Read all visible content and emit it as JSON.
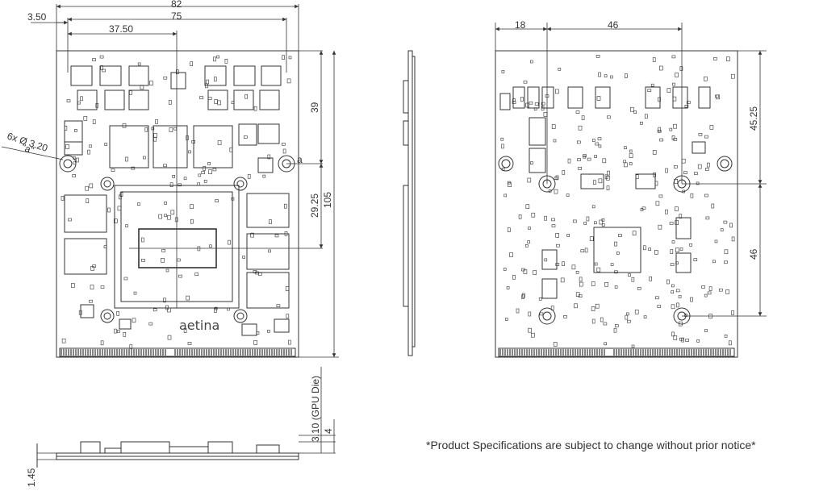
{
  "front_view": {
    "dims": {
      "overall_width": "82",
      "mount_span": "75",
      "offset_left": "3.50",
      "center": "37.50",
      "upper_height": "39",
      "mid_height": "29.25",
      "total_height": "105",
      "hole_callout": "6x Ø 3.20",
      "hole_ref": "\"a\"",
      "hole_marker": "a"
    },
    "logo": "aetina"
  },
  "back_view": {
    "dims": {
      "left_offset": "18",
      "hole_span": "46",
      "upper_height": "45.25",
      "lower_height": "46"
    }
  },
  "side_view": {
    "dims": {
      "die_height": "3.10 (GPU Die)",
      "stack": "4",
      "board": "1.45"
    }
  },
  "notice": "*Product Specifications are subject to change without prior notice*",
  "colors": {
    "line": "#333333",
    "board": "#ffffff",
    "component": "#555555"
  }
}
